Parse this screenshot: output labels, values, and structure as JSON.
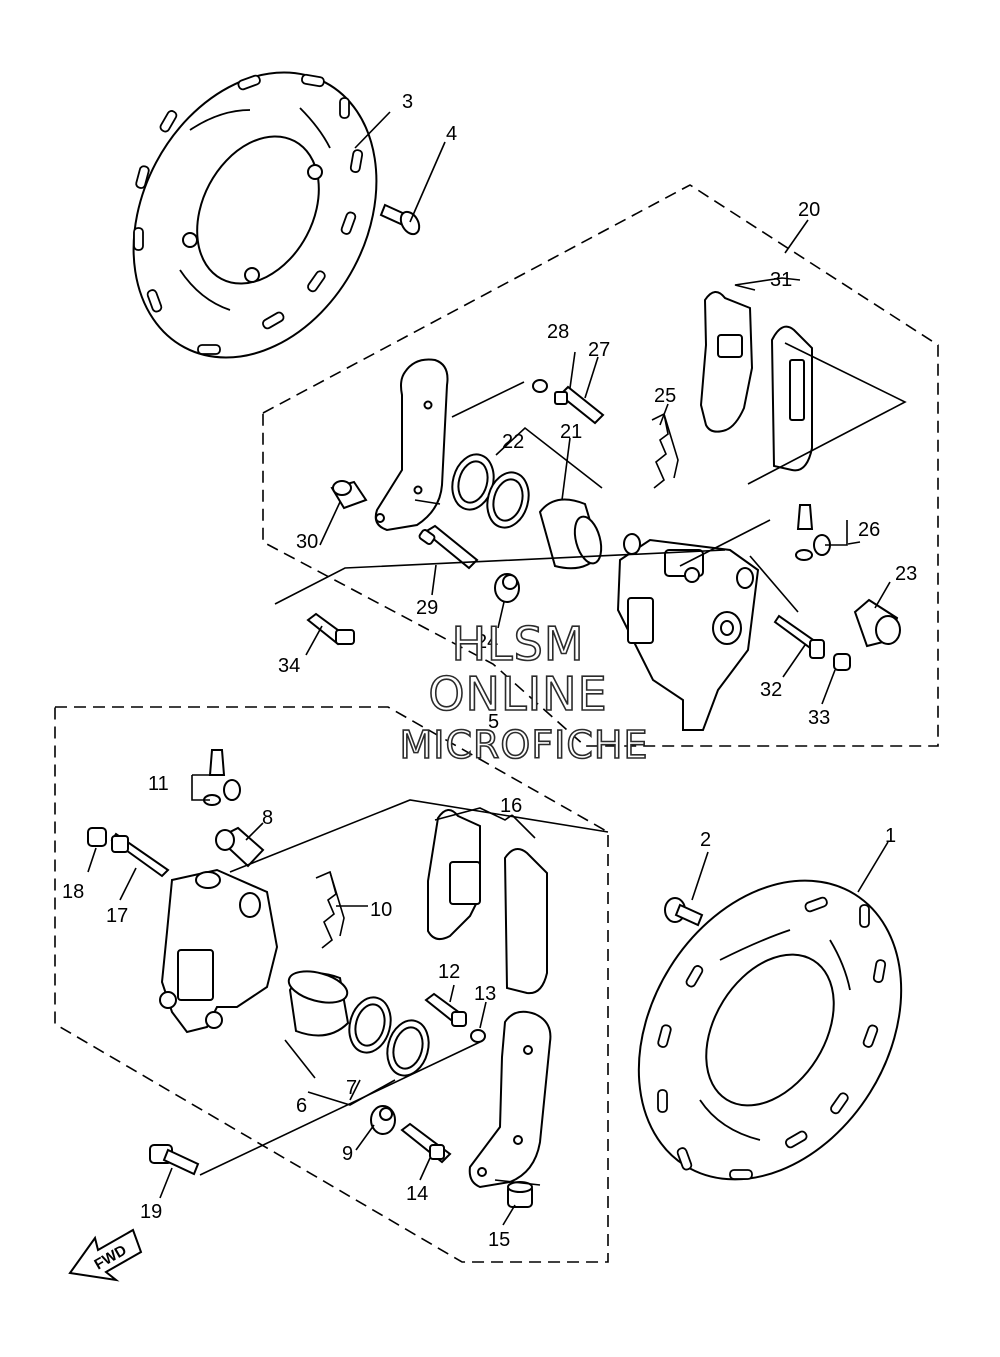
{
  "callouts": [
    {
      "id": "1",
      "label": "1"
    },
    {
      "id": "2",
      "label": "2"
    },
    {
      "id": "3",
      "label": "3"
    },
    {
      "id": "4",
      "label": "4"
    },
    {
      "id": "5",
      "label": "5"
    },
    {
      "id": "6",
      "label": "6"
    },
    {
      "id": "7",
      "label": "7"
    },
    {
      "id": "8",
      "label": "8"
    },
    {
      "id": "9",
      "label": "9"
    },
    {
      "id": "10",
      "label": "10"
    },
    {
      "id": "11",
      "label": "11"
    },
    {
      "id": "12",
      "label": "12"
    },
    {
      "id": "13",
      "label": "13"
    },
    {
      "id": "14",
      "label": "14"
    },
    {
      "id": "15",
      "label": "15"
    },
    {
      "id": "16",
      "label": "16"
    },
    {
      "id": "17",
      "label": "17"
    },
    {
      "id": "18",
      "label": "18"
    },
    {
      "id": "19",
      "label": "19"
    },
    {
      "id": "20",
      "label": "20"
    },
    {
      "id": "21",
      "label": "21"
    },
    {
      "id": "22",
      "label": "22"
    },
    {
      "id": "23",
      "label": "23"
    },
    {
      "id": "24",
      "label": "24"
    },
    {
      "id": "25",
      "label": "25"
    },
    {
      "id": "26",
      "label": "26"
    },
    {
      "id": "27",
      "label": "27"
    },
    {
      "id": "28",
      "label": "28"
    },
    {
      "id": "29",
      "label": "29"
    },
    {
      "id": "30",
      "label": "30"
    },
    {
      "id": "31",
      "label": "31"
    },
    {
      "id": "32",
      "label": "32"
    },
    {
      "id": "33",
      "label": "33"
    },
    {
      "id": "34",
      "label": "34"
    }
  ],
  "watermark": {
    "line1": "HLSM",
    "line2": "ONLINE",
    "line3": "MICROFICHE"
  },
  "direction_arrow": {
    "label": "FWD"
  },
  "colors": {
    "ink": "#000000",
    "paper": "#ffffff",
    "watermark_outline": "#2b2b2b"
  }
}
